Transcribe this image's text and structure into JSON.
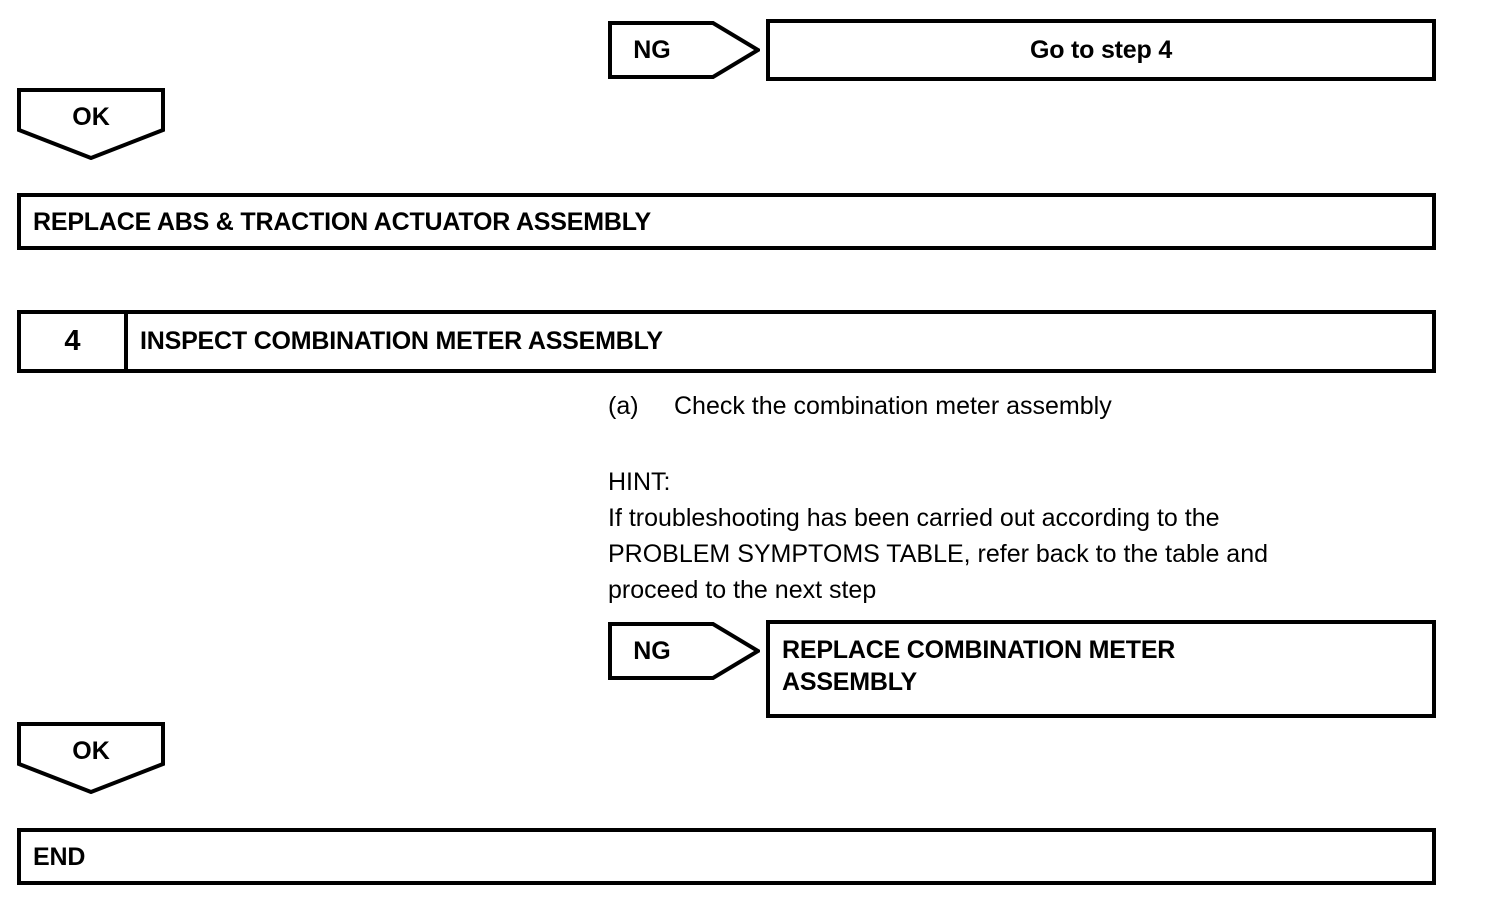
{
  "document": {
    "type": "troubleshooting-flowchart",
    "title": "ABS & Traction Actuator / Combination Meter Troubleshooting"
  },
  "nodes": {
    "ng_top": {
      "label": "NG",
      "target_label": "Go to step 4"
    },
    "ok_top": {
      "label": "OK"
    },
    "replace_abs": {
      "label": "REPLACE ABS & TRACTION ACTUATOR ASSEMBLY"
    },
    "step4": {
      "number": "4",
      "title": "INSPECT COMBINATION METER ASSEMBLY"
    },
    "step4_item_a": {
      "marker": "(a)",
      "text": "Check the combination meter assembly"
    },
    "hint": {
      "heading": "HINT:",
      "body": "If troubleshooting has been carried out according to the\nPROBLEM SYMPTOMS TABLE, refer back to the table and\nproceed to the next step"
    },
    "ng_bottom": {
      "label": "NG",
      "target_label": "REPLACE COMBINATION METER\nASSEMBLY"
    },
    "ok_bottom": {
      "label": "OK"
    },
    "end": {
      "label": "END"
    }
  },
  "colors": {
    "stroke": "#000000",
    "background": "#ffffff",
    "text": "#000000"
  }
}
